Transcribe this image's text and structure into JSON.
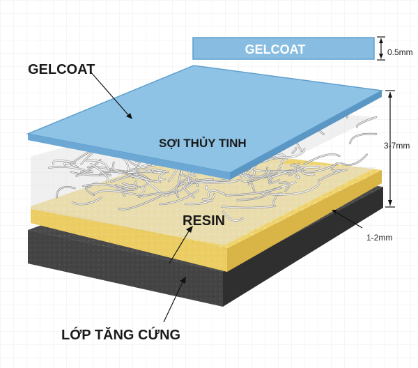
{
  "labels": {
    "gelcoat_title": "GELCOAT",
    "gelcoat_box": "GELCOAT",
    "fiber": "SỢI THỦY TINH",
    "resin": "RESIN",
    "stiffener": "LỚP TĂNG CỨNG"
  },
  "dimensions": {
    "gelcoat": "0.5mm",
    "fiber": "3-7mm",
    "resin": "1-2mm"
  },
  "colors": {
    "gelcoat": "#8fc3e6",
    "gelcoat_edge": "#5e9fcd",
    "resin": "#f0d774",
    "stiffener": "#4a4a4a",
    "fiber": "#eeeeee",
    "grid": "#ececec"
  }
}
